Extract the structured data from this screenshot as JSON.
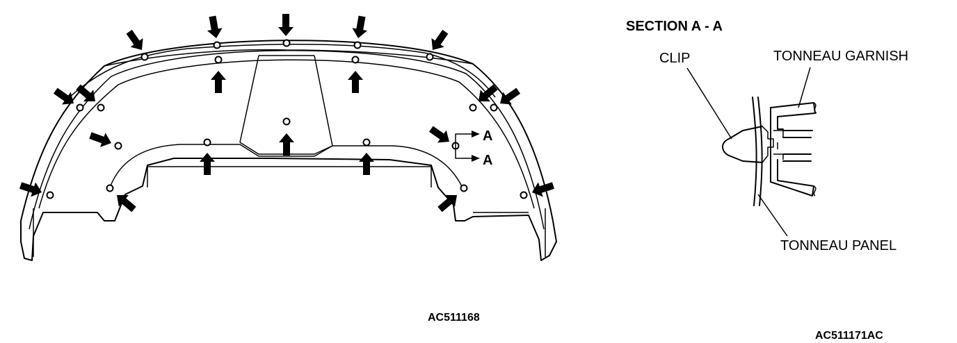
{
  "figure": {
    "left_code": "AC511168",
    "right_code": "AC511171AC"
  },
  "section": {
    "title": "SECTION A - A",
    "marker_top": "A",
    "marker_bottom": "A"
  },
  "callouts": {
    "clip": "CLIP",
    "tonneau_garnish": "TONNEAU GARNISH",
    "tonneau_panel": "TONNEAU PANEL"
  }
}
